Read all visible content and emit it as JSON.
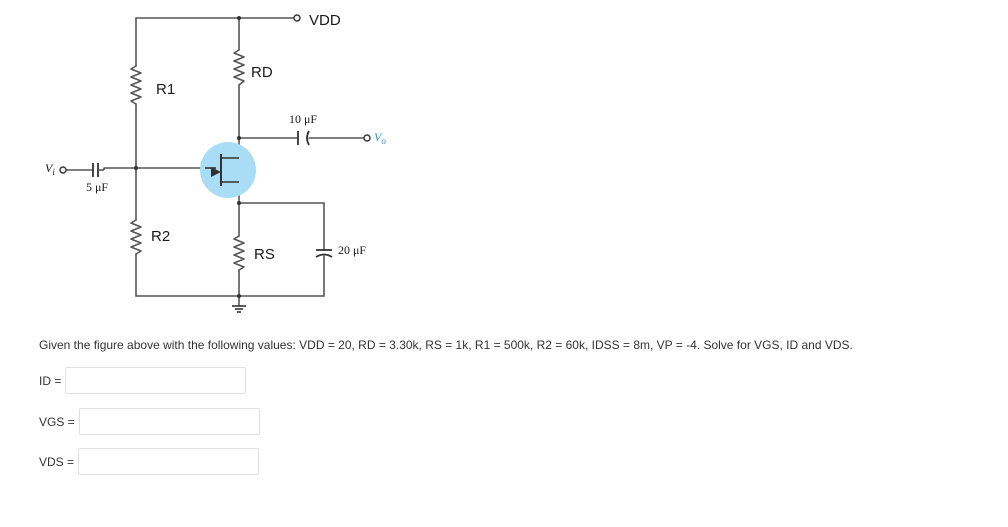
{
  "circuit": {
    "supply_label": "VDD",
    "r1_label": "R1",
    "r2_label": "R2",
    "rd_label": "RD",
    "rs_label": "RS",
    "input_cap_label": "5 μF",
    "output_cap_label": "10 μF",
    "bypass_cap_label": "20 μF",
    "input_label_main": "V",
    "input_label_sub": "i",
    "output_label_main": "V",
    "output_label_sub": "o",
    "highlight_color": "#a9dcf5"
  },
  "question": {
    "text": "Given the figure above with the following values: VDD = 20, RD = 3.30k, RS = 1k, R1 = 500k, R2 = 60k, IDSS = 8m, VP = -4.  Solve for VGS, ID and VDS."
  },
  "answers": {
    "id_label": "ID =",
    "id_value": "",
    "vgs_label": "VGS =",
    "vgs_value": "",
    "vds_label": "VDS =",
    "vds_value": ""
  }
}
